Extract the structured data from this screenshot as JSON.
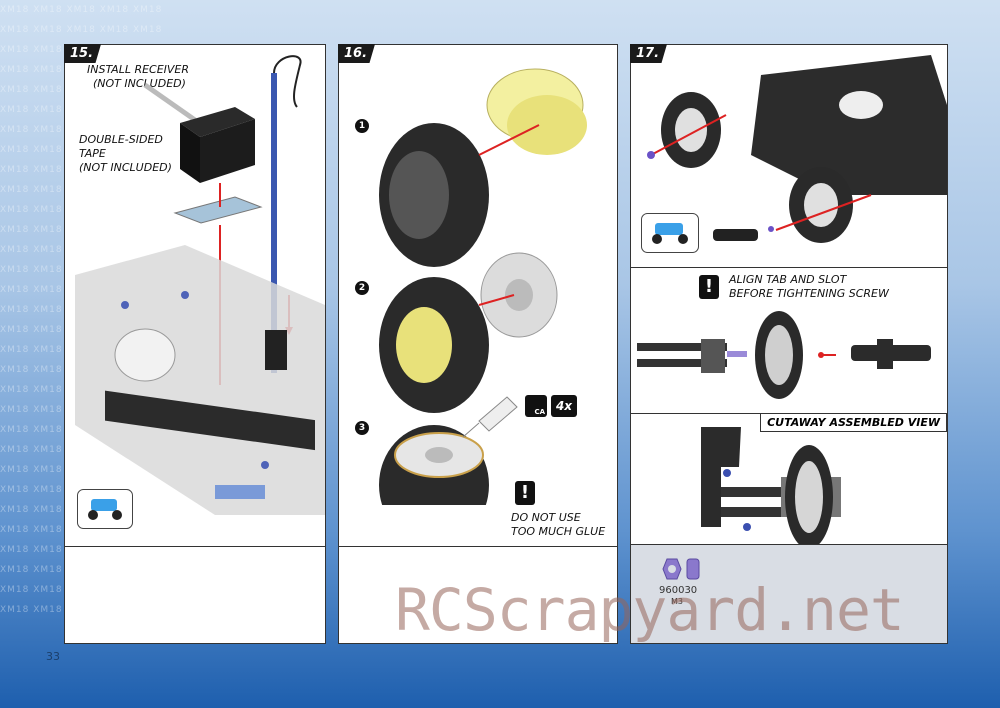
{
  "page": {
    "number": "33",
    "watermark": "RCScrapyard.net"
  },
  "background": {
    "pattern_text": "XM18 XM18 XM18 XM18 XM18"
  },
  "step15": {
    "label": "15.",
    "install_receiver_line1": "INSTALL RECEIVER",
    "install_receiver_line2": "(NOT INCLUDED)",
    "tape_line1": "DOUBLE-SIDED",
    "tape_line2": "TAPE",
    "tape_line3": "(NOT INCLUDED)"
  },
  "step16": {
    "label": "16.",
    "sub1": "1",
    "sub2": "2",
    "sub3": "3",
    "ca_label": "CA",
    "count": "4x",
    "warn_symbol": "!",
    "glue_line1": "DO NOT USE",
    "glue_line2": "TOO MUCH GLUE"
  },
  "step17": {
    "label": "17.",
    "warn_symbol": "!",
    "align_line1": "ALIGN TAB AND SLOT",
    "align_line2": "BEFORE TIGHTENING SCREW",
    "cutaway": "CUTAWAY ASSEMBLED VIEW",
    "part_number": "960030",
    "part_size": "M3"
  }
}
